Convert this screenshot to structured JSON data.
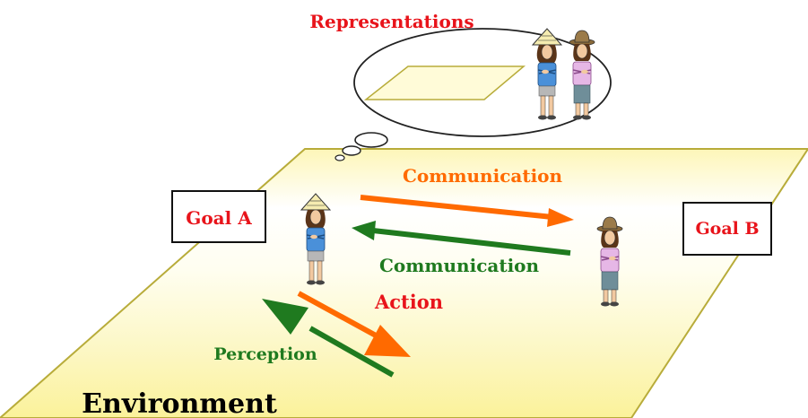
{
  "labels": {
    "representations": "Representations",
    "communication_top": "Communication",
    "communication_bottom": "Communication",
    "action": "Action",
    "perception": "Perception",
    "goal_a": "Goal A",
    "goal_b": "Goal B",
    "environment": "Environment"
  },
  "colors": {
    "red": "#e8141b",
    "orange": "#ff6a00",
    "green": "#1f7a1f",
    "plane_fill_light": "#fffde8",
    "plane_fill_dark": "#fbf3a0",
    "plane_edge": "#b8ac3a"
  },
  "icons": [
    "person-conical-hat-icon",
    "person-brimmed-hat-icon"
  ]
}
